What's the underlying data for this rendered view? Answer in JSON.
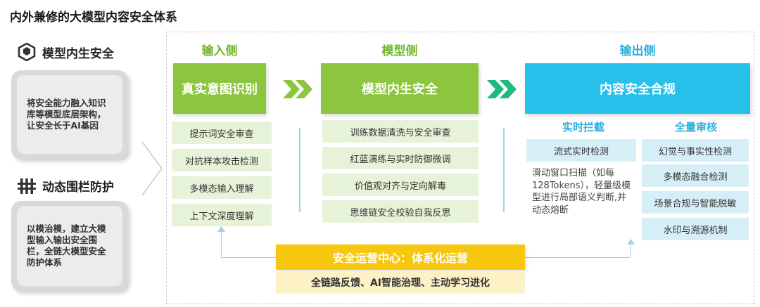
{
  "title": "内外兼修的大模型内容安全体系",
  "side": {
    "section1": {
      "heading": "模型内生安全",
      "icon": "cube-icon",
      "text": "将安全能力融入知识库等模型底层架构，让安全长于AI基因"
    },
    "section2": {
      "heading": "动态围栏防护",
      "icon": "fence-icon",
      "text": "以模治模，建立大模型输入输出安全围栏，全链大模型安全防护体系"
    }
  },
  "input": {
    "title": "输入侧",
    "head": "真实意图识别",
    "items": [
      "提示词安全审查",
      "对抗样本攻击检测",
      "多模态输入理解",
      "上下文深度理解"
    ]
  },
  "model": {
    "title": "模型侧",
    "head": "模型内生安全",
    "items": [
      "训练数据清洗与安全审查",
      "红蓝演练与实时防御微调",
      "价值观对齐与定向解毒",
      "思维链安全校验自我反思"
    ]
  },
  "output": {
    "title": "输出侧",
    "head": "内容安全合规",
    "realtime": {
      "title": "实时拦截",
      "item": "流式实时检测",
      "desc": "滑动窗口扫描（如每128Tokens），轻量级模型进行局部语义判断,并动态熔断"
    },
    "audit": {
      "title": "全量审核",
      "items": [
        "幻觉与事实性检测",
        "多模态融合检测",
        "场景合规与智能脱敏",
        "水印与溯源机制"
      ]
    }
  },
  "ops": {
    "title": "安全运营中心：体系化运营",
    "subtitle": "全链路反馈、AI智能治理、主动学习进化"
  },
  "colors": {
    "green": "#8cc63e",
    "blue": "#27c0ea",
    "yellow": "#f7c710",
    "title_green": "#6fb62c"
  }
}
